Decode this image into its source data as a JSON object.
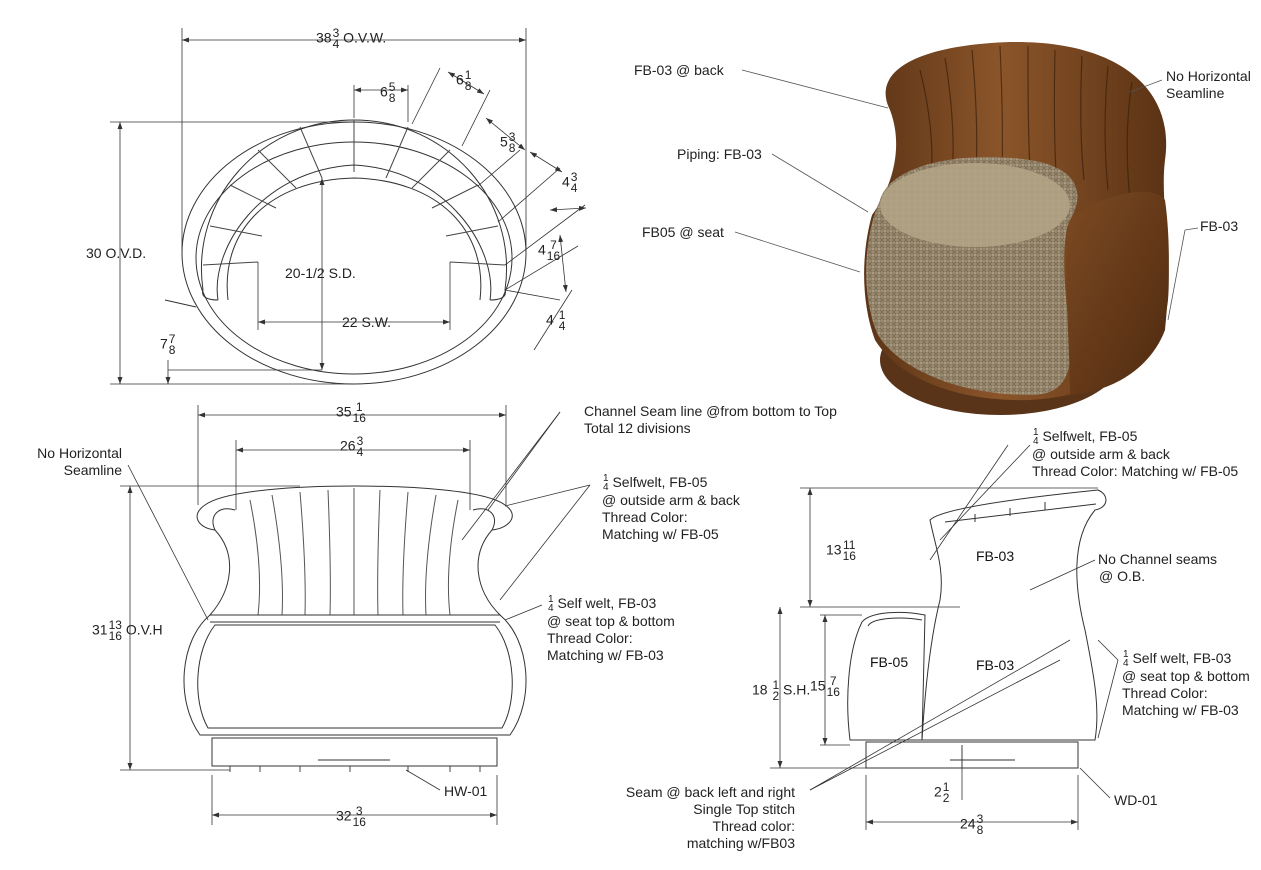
{
  "top_view": {
    "ovw": {
      "whole": "38",
      "num": "3",
      "den": "4",
      "suffix": " O.V.W."
    },
    "ovd": "30 O.V.D.",
    "sd": "20-1/2 S.D.",
    "sw": "22 S.W.",
    "d1": {
      "whole": "6",
      "num": "5",
      "den": "8"
    },
    "d2": {
      "whole": "6",
      "num": "1",
      "den": "8"
    },
    "d3": {
      "whole": "5",
      "num": "3",
      "den": "8"
    },
    "d4": {
      "whole": "4",
      "num": "3",
      "den": "4"
    },
    "d5": {
      "whole": "4",
      "num": "7",
      "den": "16"
    },
    "d6": {
      "whole": "4 ",
      "num": "1",
      "den": "4"
    },
    "d7": {
      "whole": "7",
      "num": "7",
      "den": "8"
    }
  },
  "render_view": {
    "fb03_back": "FB-03 @ back",
    "no_horizontal_1": "No Horizontal",
    "no_horizontal_2": "Seamline",
    "piping": "Piping: FB-03",
    "fb05_seat": "FB05 @ seat",
    "fb03": "FB-03"
  },
  "front_view": {
    "width_top": {
      "whole": "35",
      "num": "1",
      "den": "16"
    },
    "width_inner": {
      "whole": "26",
      "num": "3",
      "den": "4"
    },
    "ovh": {
      "whole": "31",
      "num": "13",
      "den": "16",
      "suffix": " O.V.H"
    },
    "width_base": {
      "whole": "32",
      "num": "3",
      "den": "16"
    },
    "no_horizontal_1": "No Horizontal",
    "no_horizontal_2": "Seamline",
    "channel_1": "Channel Seam line @from bottom to Top",
    "channel_2": "Total 12 divisions",
    "selfwelt_frac": {
      "num": "1",
      "den": "4"
    },
    "selfwelt_1": "Selfwelt, FB-05",
    "selfwelt_2": "@ outside arm & back",
    "selfwelt_3": "Thread Color:",
    "selfwelt_4": "Matching w/ FB-05",
    "selfwelt03_frac": {
      "num": "1",
      "den": "4"
    },
    "selfwelt03_1": "Self welt, FB-03",
    "selfwelt03_2": "@ seat top & bottom",
    "selfwelt03_3": "Thread Color:",
    "selfwelt03_4": "Matching w/ FB-03",
    "hw": "HW-01"
  },
  "side_view": {
    "selfwelt_frac": {
      "num": "1",
      "den": "4"
    },
    "selfwelt_1": "Selfwelt, FB-05",
    "selfwelt_2": "@ outside arm & back",
    "selfwelt_3": "Thread Color: Matching w/ FB-05",
    "h_top": {
      "whole": "13",
      "num": "11",
      "den": "16"
    },
    "sh": {
      "whole": "18 ",
      "num": "1",
      "den": "2",
      "suffix": " S.H."
    },
    "h_seat": {
      "whole": "15",
      "num": "7",
      "den": "16"
    },
    "base_h": {
      "whole": "2",
      "num": "1",
      "den": "2"
    },
    "depth": {
      "whole": "24",
      "num": "3",
      "den": "8"
    },
    "fb03_upper": "FB-03",
    "fb03_lower": "FB-03",
    "fb05": "FB-05",
    "no_channel_1": "No Channel seams",
    "no_channel_2": "@ O.B.",
    "selfwelt03_frac": {
      "num": "1",
      "den": "4"
    },
    "selfwelt03_1": "Self welt, FB-03",
    "selfwelt03_2": "@ seat top & bottom",
    "selfwelt03_3": "Thread Color:",
    "selfwelt03_4": "Matching w/ FB-03",
    "seam_1": "Seam @ back left and right",
    "seam_2": "Single Top stitch",
    "seam_3": "Thread color:",
    "seam_4": "matching w/FB03",
    "wd": "WD-01"
  }
}
